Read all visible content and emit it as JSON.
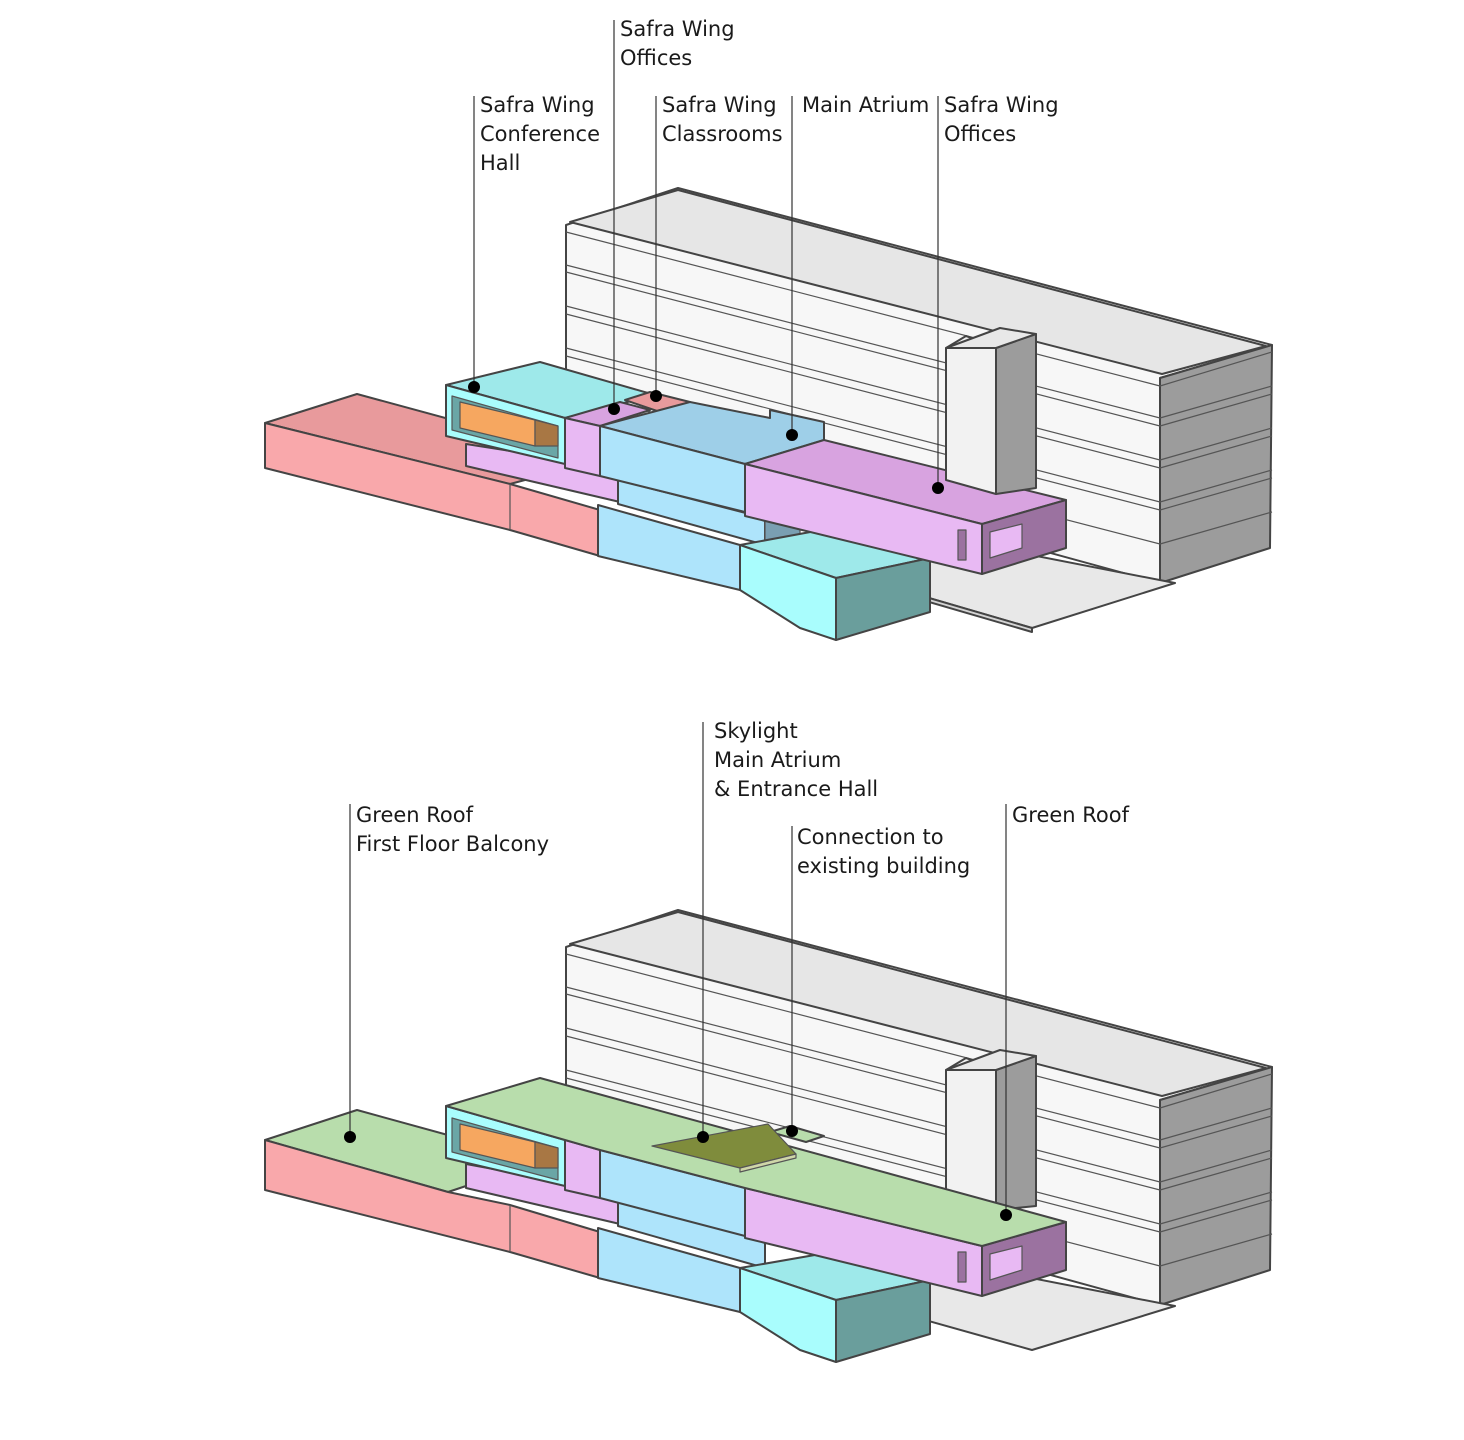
{
  "top_diagram": {
    "labels": [
      {
        "id": "safra-offices-upper",
        "lines": [
          "Safra Wing",
          "Offices"
        ]
      },
      {
        "id": "safra-conference",
        "lines": [
          "Safra Wing",
          "Conference",
          "Hall"
        ]
      },
      {
        "id": "safra-classrooms",
        "lines": [
          "Safra Wing",
          "Classrooms"
        ]
      },
      {
        "id": "main-atrium",
        "lines": [
          "Main Atrium"
        ]
      },
      {
        "id": "safra-offices-right",
        "lines": [
          "Safra Wing",
          "Offices"
        ]
      }
    ]
  },
  "bottom_diagram": {
    "labels": [
      {
        "id": "skylight",
        "lines": [
          "Skylight",
          "Main Atrium",
          "& Entrance Hall"
        ]
      },
      {
        "id": "green-roof-balcony",
        "lines": [
          "Green Roof",
          "First Floor Balcony"
        ]
      },
      {
        "id": "connection",
        "lines": [
          "Connection to",
          "existing building"
        ]
      },
      {
        "id": "green-roof-right",
        "lines": [
          "Green Roof"
        ]
      }
    ]
  },
  "colors": {
    "pink": "#f9a8ab",
    "pink_top": "#e89a9c",
    "lilac": "#e8b9f3",
    "lilac_top": "#d8a3e0",
    "lilac_dark": "#9b72a0",
    "blue": "#aee4fb",
    "blue_top": "#9ecfe8",
    "cyan": "#a9fdfd",
    "cyan_top": "#9ee9ea",
    "teal": "#6a9e9c",
    "orange": "#f6a760",
    "brown": "#a87744",
    "green": "#b8ddac",
    "olive": "#7f8c3c",
    "grey_light": "#e5e5e5",
    "grey_mid": "#bfbfbf",
    "grey_dark": "#9a9a9a",
    "white": "#f7f7f7"
  }
}
